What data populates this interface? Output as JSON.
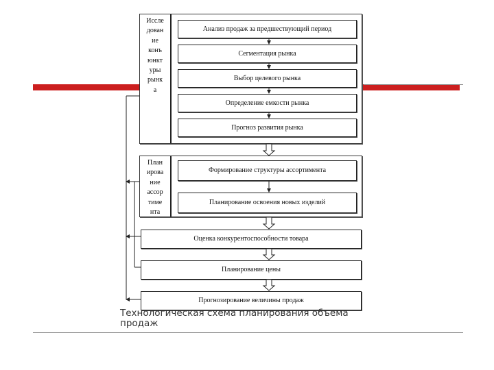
{
  "colors": {
    "accent_red": "#cc1f1f",
    "rule_gray": "#8a8a8a",
    "line": "#222222"
  },
  "groups": {
    "market_research": {
      "label_lines": [
        "Иссле",
        "дован",
        "ие",
        "конъ",
        "юнкт",
        "уры",
        "рынк",
        "а"
      ],
      "steps": [
        "Анализ продаж за предшествующий период",
        "Сегментация рынка",
        "Выбор целевого рынка",
        "Определение емкости рынка",
        "Прогноз развития рынка"
      ]
    },
    "assortment_planning": {
      "label_lines": [
        "План",
        "ирова",
        "ние",
        "ассор",
        "тиме",
        "нта"
      ],
      "steps": [
        "Формирование структуры ассортимента",
        "Планирование освоения новых изделий"
      ]
    }
  },
  "standalone_steps": [
    "Оценка конкурентоспособности товара",
    "Планирование цены",
    "Прогнозирование величины продаж"
  ],
  "caption": "Технологическая схема планирования объема продаж"
}
